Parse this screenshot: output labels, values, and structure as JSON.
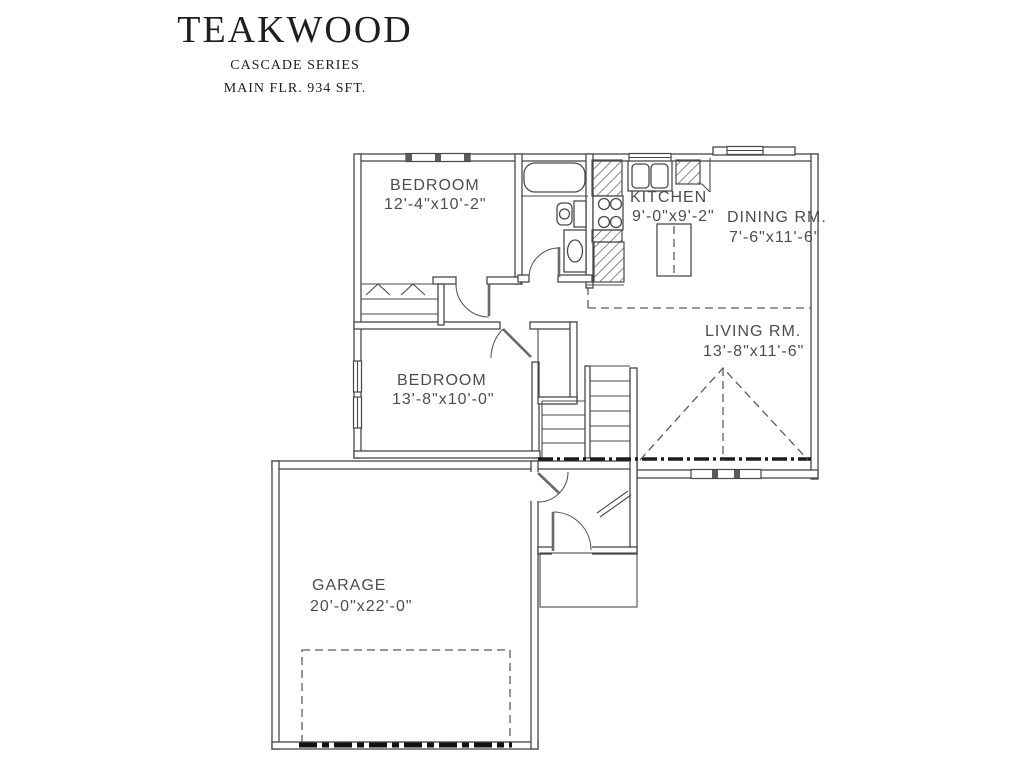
{
  "title_block": {
    "title": "TEAKWOOD",
    "series": "CASCADE SERIES",
    "area": "MAIN FLR. 934 SFT."
  },
  "rooms": [
    {
      "id": "bedroom-1",
      "name": "BEDROOM",
      "dims": "12'-4\"x10'-2\""
    },
    {
      "id": "kitchen",
      "name": "KITCHEN",
      "dims": "9'-0\"x9'-2\""
    },
    {
      "id": "dining",
      "name": "DINING RM.",
      "dims": "7'-6\"x11'-6\""
    },
    {
      "id": "living",
      "name": "LIVING RM.",
      "dims": "13'-8\"x11'-6\""
    },
    {
      "id": "bedroom-2",
      "name": "BEDROOM",
      "dims": "13'-8\"x10'-0\""
    },
    {
      "id": "garage",
      "name": "GARAGE",
      "dims": "20'-0\"x22'-0\""
    }
  ],
  "colors": {
    "background": "#ffffff",
    "wall_line": "#474747",
    "label_text": "#4d4d4d",
    "title_text": "#1e1e1e",
    "heavy_line": "#111111"
  }
}
